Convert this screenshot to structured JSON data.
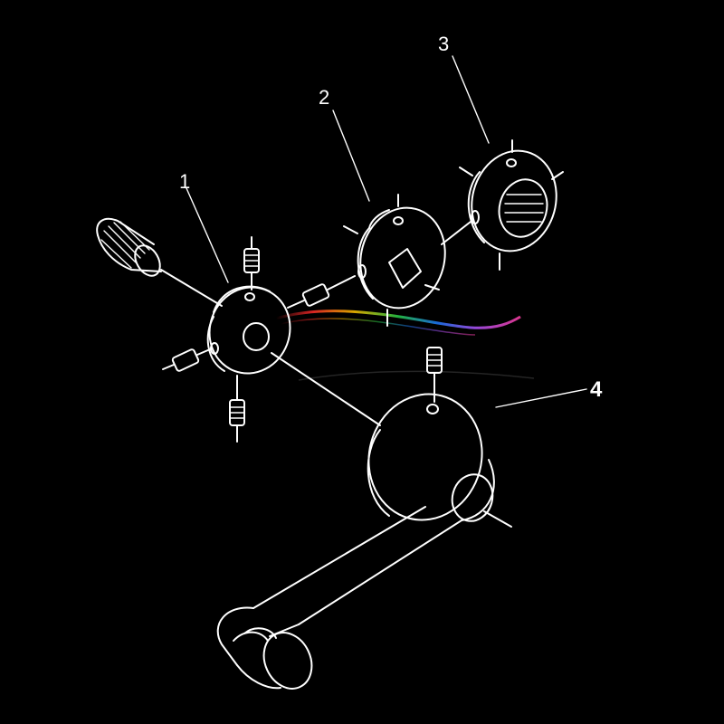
{
  "diagram": {
    "labels": {
      "part1": "1",
      "part2": "2",
      "part3": "3",
      "part4": "4"
    },
    "colors": {
      "background": "#000000",
      "line": "#ffffff",
      "swoosh": [
        "#ff2a2a",
        "#ffc400",
        "#29d14a",
        "#1e7bff",
        "#b455ff",
        "#ff3fa6"
      ]
    }
  }
}
